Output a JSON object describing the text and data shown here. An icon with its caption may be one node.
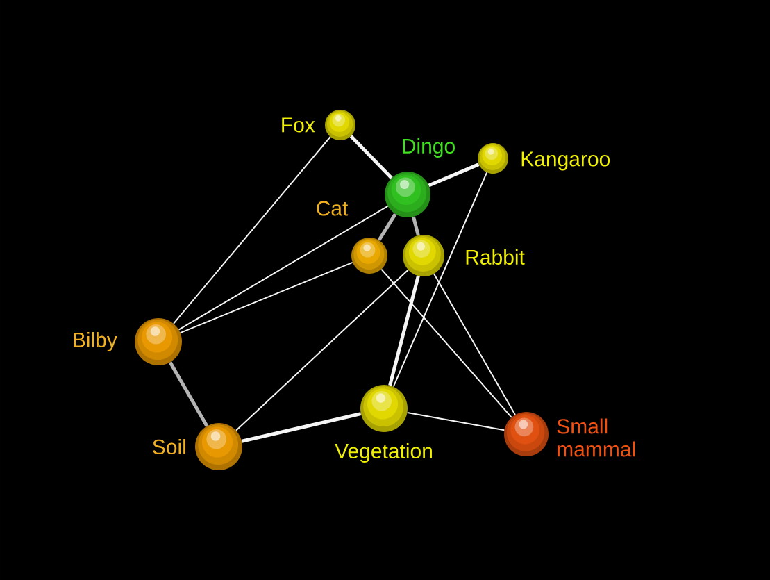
{
  "diagram": {
    "nodes": [
      {
        "text": [
          "Fox"
        ]
      },
      {
        "text": [
          "Dingo"
        ]
      },
      {
        "text": [
          "Kangaroo"
        ]
      },
      {
        "text": [
          "Cat"
        ]
      },
      {
        "text": [
          "Rabbit"
        ]
      },
      {
        "text": [
          "Bilby"
        ]
      },
      {
        "text": [
          "Soil"
        ]
      },
      {
        "text": [
          "Vegetation"
        ]
      },
      {
        "text": [
          "Small mammal"
        ]
      }
    ],
    "edges": [
      {
        "from": 0,
        "to": 1,
        "arrow": "none",
        "style": "thick"
      },
      {
        "from": 0,
        "to": 5,
        "arrow": "none"
      },
      {
        "from": 1,
        "to": 2,
        "arrow": "none",
        "style": "thick"
      },
      {
        "from": 1,
        "to": 5,
        "arrow": "none"
      },
      {
        "from": 1,
        "to": 3,
        "arrow": "none",
        "style": "thick",
        "color": "#b4b4b4"
      },
      {
        "from": 1,
        "to": 4,
        "arrow": "none",
        "style": "thick",
        "color": "#b4b4b4"
      },
      {
        "from": 3,
        "to": 5,
        "arrow": "none"
      },
      {
        "from": 3,
        "to": 8,
        "arrow": "none"
      },
      {
        "from": 4,
        "to": 6,
        "arrow": "none"
      },
      {
        "from": 4,
        "to": 7,
        "arrow": "none",
        "style": "thick"
      },
      {
        "from": 2,
        "to": 7,
        "arrow": "none"
      },
      {
        "from": 4,
        "to": 8,
        "arrow": "none"
      },
      {
        "from": 5,
        "to": 6,
        "arrow": "none",
        "style": "thick",
        "color": "#b4b4b4"
      },
      {
        "from": 6,
        "to": 7,
        "arrow": "none",
        "style": "thick"
      },
      {
        "from": 7,
        "to": 8,
        "arrow": "none"
      }
    ]
  }
}
